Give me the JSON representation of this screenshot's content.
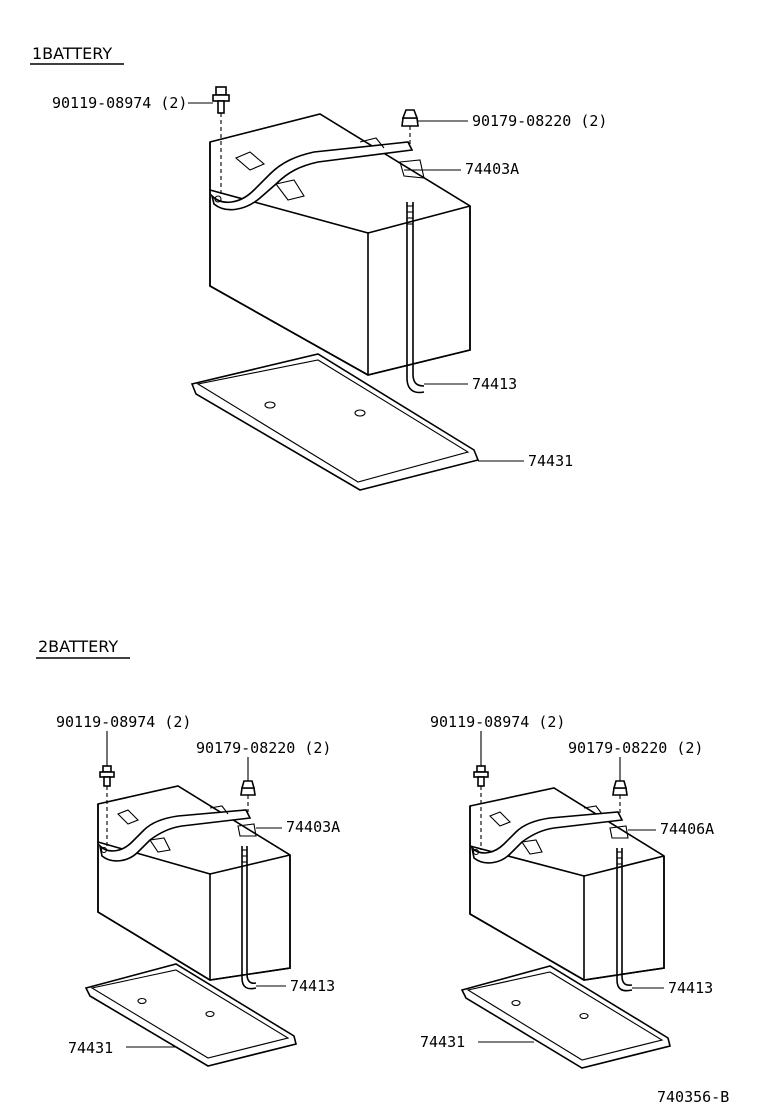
{
  "section1": {
    "title": "1BATTERY",
    "labels": {
      "bolt": "90119-08974 (2)",
      "nut": "90179-08220 (2)",
      "clamp": "74403A",
      "rod": "74413",
      "tray": "74431"
    }
  },
  "section2": {
    "title": "2BATTERY",
    "left": {
      "bolt": "90119-08974 (2)",
      "nut": "90179-08220 (2)",
      "clamp": "74403A",
      "rod": "74413",
      "tray": "74431"
    },
    "right": {
      "bolt": "90119-08974 (2)",
      "nut": "90179-08220 (2)",
      "clamp": "74406A",
      "rod": "74413",
      "tray": "74431"
    }
  },
  "figure_code": "740356-B"
}
